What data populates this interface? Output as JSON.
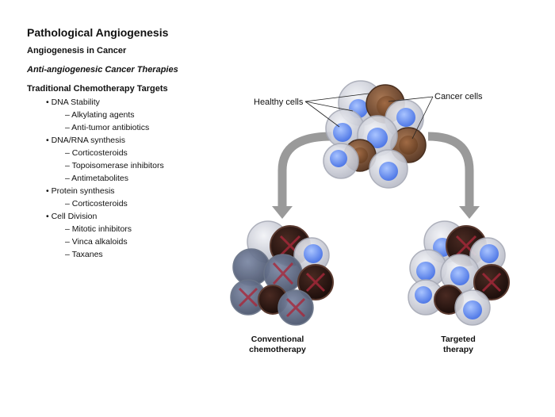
{
  "heading": {
    "title": "Pathological Angiogenesis",
    "subtitle": "Angiogenesis in Cancer",
    "section": "Anti-angiogenesic Cancer Therapies",
    "list_title": "Traditional Chemotherapy Targets"
  },
  "targets": [
    {
      "label": "• DNA Stability",
      "items": [
        "– Alkylating agents",
        "– Anti-tumor antibiotics"
      ]
    },
    {
      "label": "• DNA/RNA synthesis",
      "items": [
        "– Corticosteroids",
        "– Topoisomerase inhibitors",
        "– Antimetabolites"
      ]
    },
    {
      "label": "• Protein synthesis",
      "items": [
        "– Corticosteroids"
      ]
    },
    {
      "label": "• Cell Division",
      "items": [
        "– Mitotic inhibitors",
        "– Vinca alkaloids",
        "– Taxanes"
      ]
    }
  ],
  "diagram": {
    "healthy_label": "Healthy cells",
    "cancer_label": "Cancer cells",
    "left_caption_line1": "Conventional",
    "left_caption_line2": "chemotherapy",
    "right_caption_line1": "Targeted",
    "right_caption_line2": "therapy",
    "colors": {
      "healthy_membrane": "#c9ccd6",
      "healthy_nucleus": "#6a8ff0",
      "cancer_membrane": "#6b4a35",
      "cancer_nucleus": "#8a5a38",
      "dead_cell": "#2a1612",
      "cross": "#a8283a",
      "arrow": "#9a9a9a"
    }
  }
}
